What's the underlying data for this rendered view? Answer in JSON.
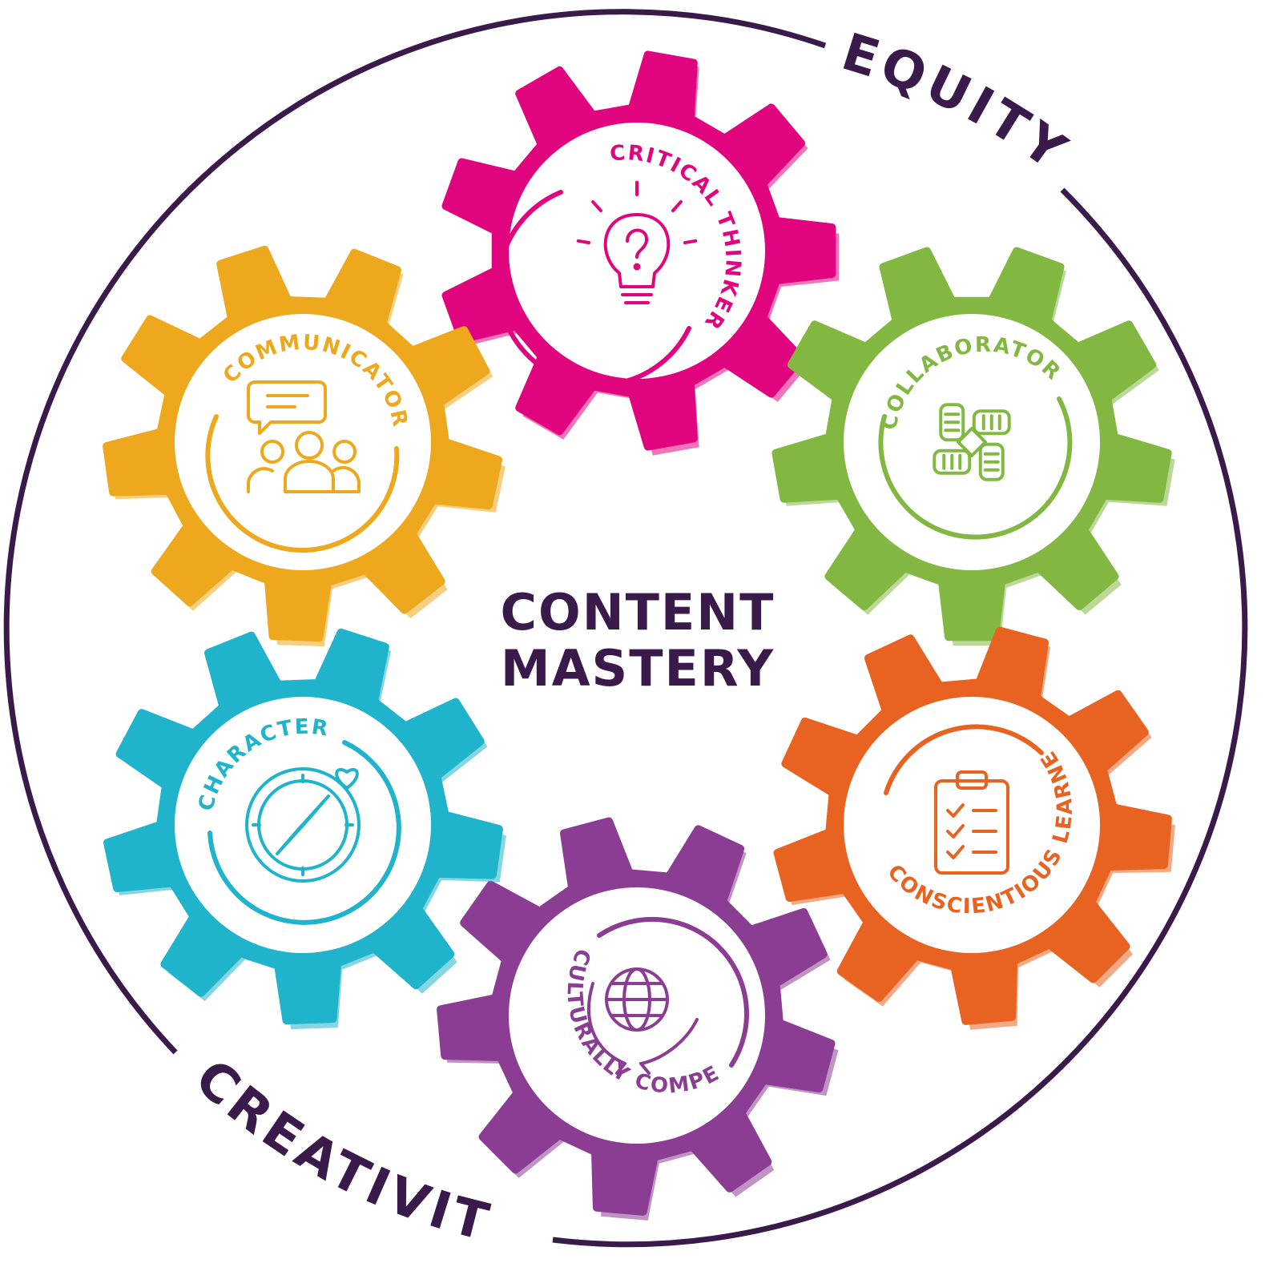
{
  "center": {
    "line1": "CONTENT",
    "line2": "MASTERY",
    "color": "#3a1a4a"
  },
  "ring": {
    "color": "#3a1a4a"
  },
  "ring_labels": [
    {
      "key": "equity",
      "text": "EQUITY"
    },
    {
      "key": "creativity",
      "text": "CREATIVITY"
    }
  ],
  "gears": [
    {
      "key": "critical-thinker",
      "label": "CRITICAL THINKER",
      "color": "#e0057f",
      "icon": "lightbulb-question-icon"
    },
    {
      "key": "collaborator",
      "label": "COLLABORATOR",
      "color": "#82b842",
      "icon": "joined-hands-icon"
    },
    {
      "key": "conscientious-learner",
      "label": "CONSCIENTIOUS LEARNER",
      "color": "#e86321",
      "icon": "clipboard-checklist-icon"
    },
    {
      "key": "culturally-competent",
      "label": "CULTURALLY COMPETENT",
      "color": "#8a3d92",
      "icon": "hands-globe-icon"
    },
    {
      "key": "character",
      "label": "CHARACTER",
      "color": "#20b3cc",
      "icon": "compass-heart-icon"
    },
    {
      "key": "communicator",
      "label": "COMMUNICATOR",
      "color": "#eea81e",
      "icon": "group-chat-icon"
    }
  ]
}
